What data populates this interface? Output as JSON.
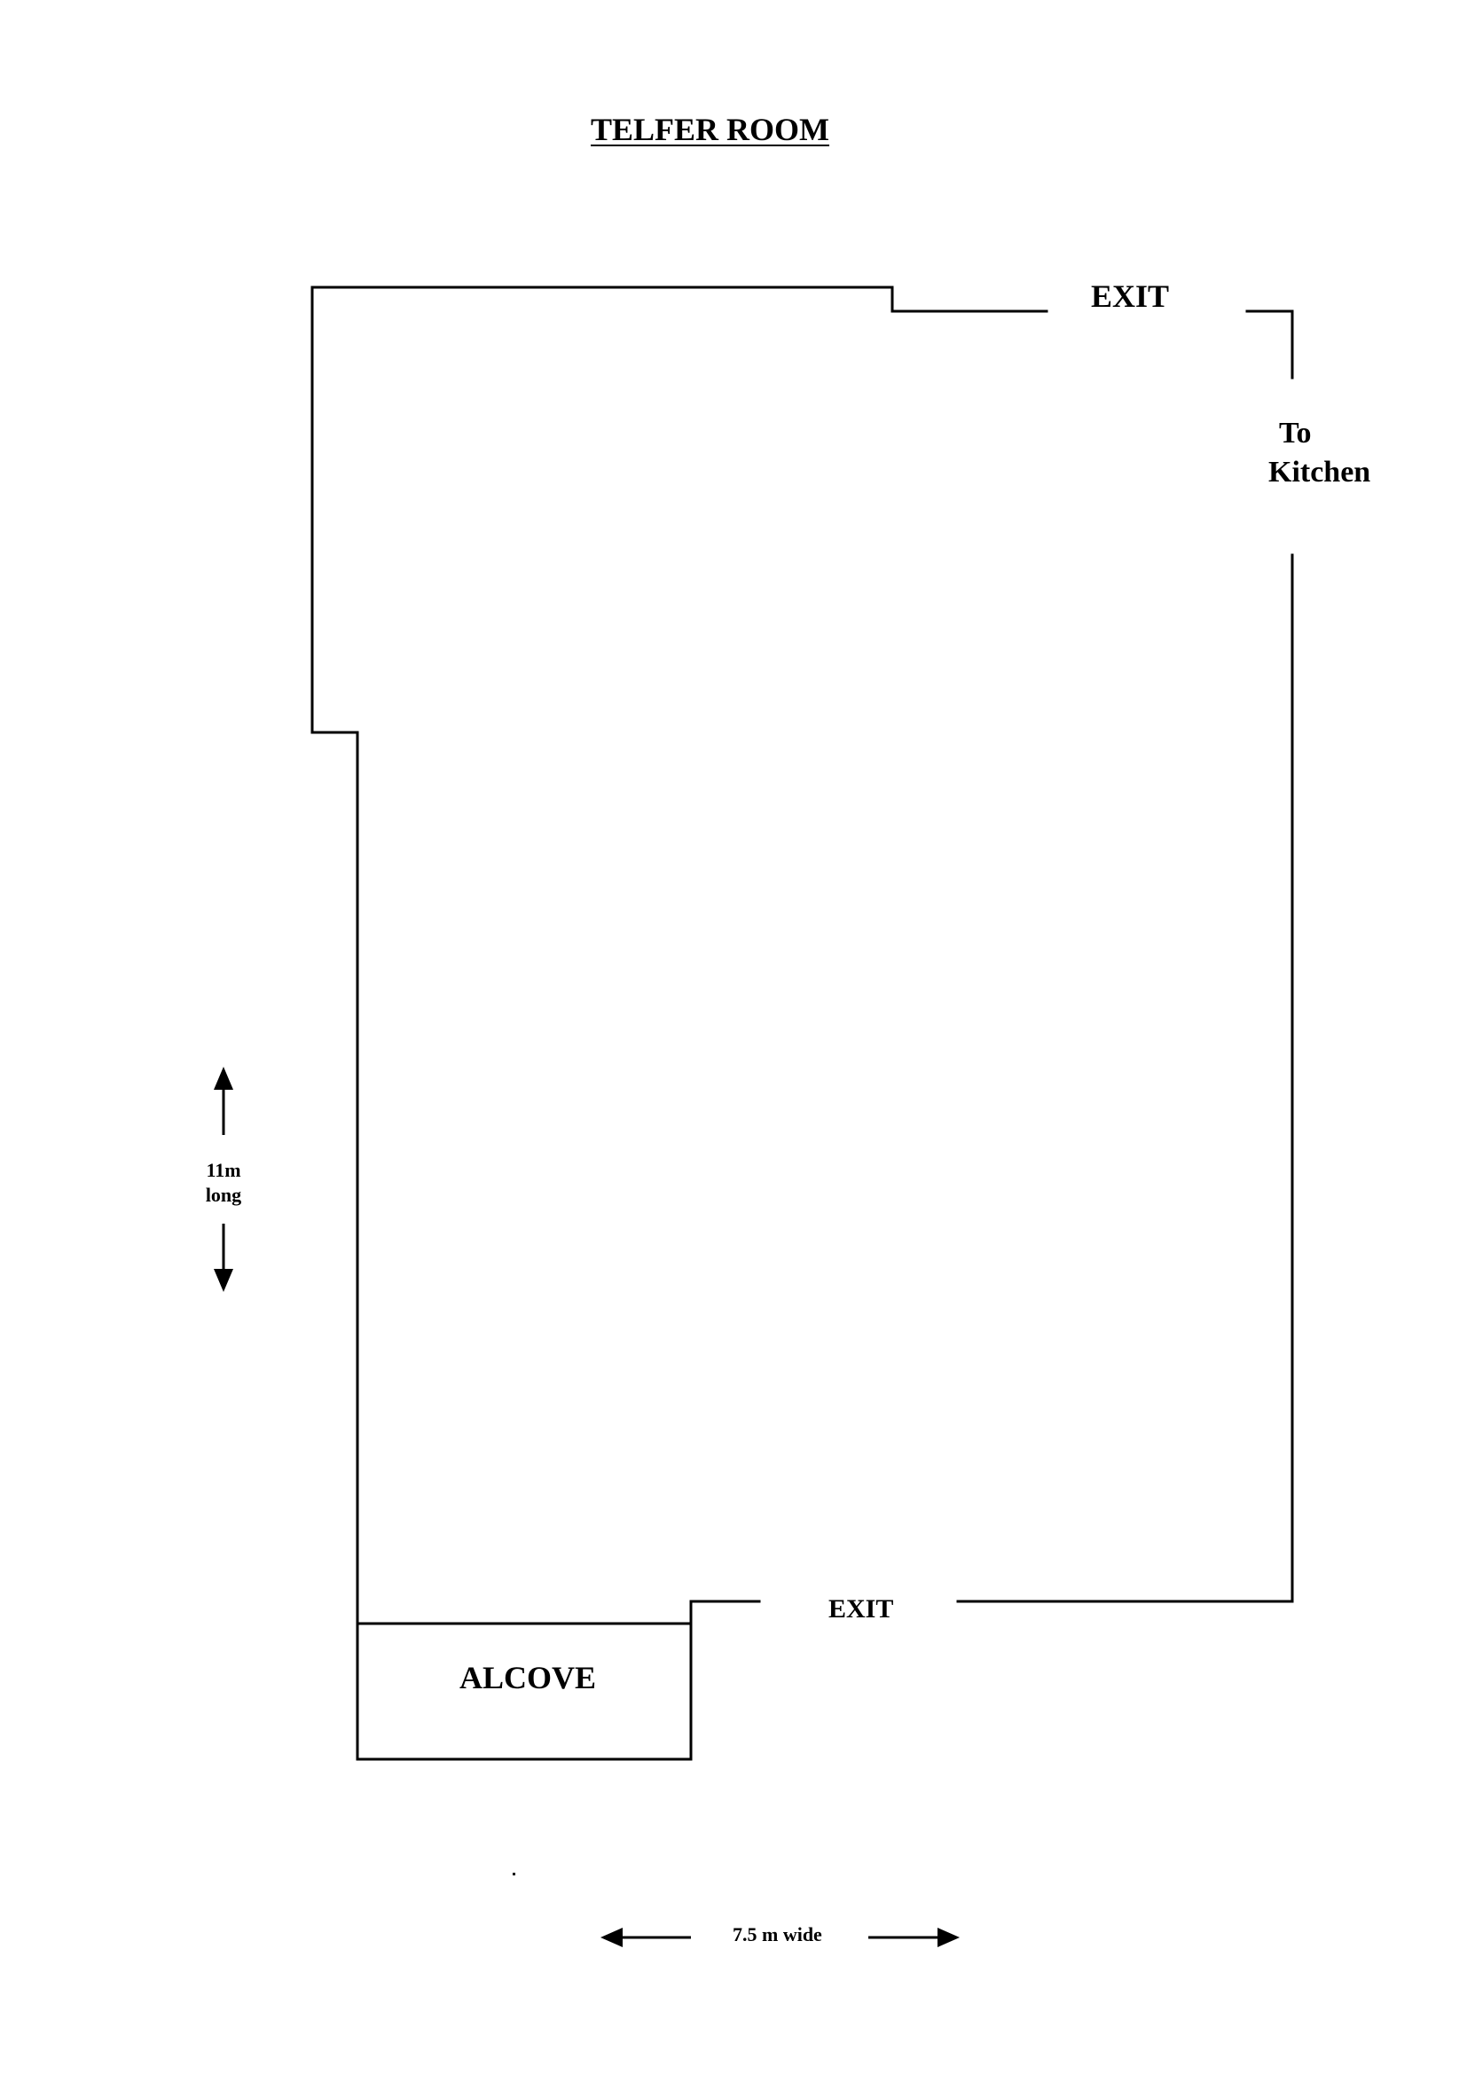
{
  "title": "TELFER ROOM",
  "labels": {
    "exit_top": "EXIT",
    "to_kitchen_line1": "To",
    "to_kitchen_line2": "Kitchen",
    "exit_bottom": "EXIT",
    "alcove": "ALCOVE",
    "length_value": "11m",
    "length_word": "long",
    "width": "7.5 m wide"
  },
  "colors": {
    "line": "#000000",
    "background": "#ffffff"
  }
}
